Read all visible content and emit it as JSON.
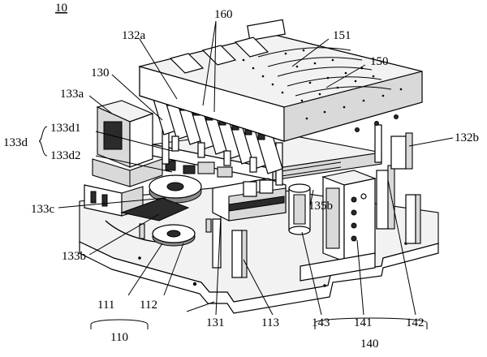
{
  "figure_number": "10",
  "labels": {
    "l160": "160",
    "l132a": "132a",
    "l151": "151",
    "l130": "130",
    "l150": "150",
    "l133a": "133a",
    "l133d": "133d",
    "l133d1": "133d1",
    "l133d2": "133d2",
    "l132b": "132b",
    "l133c": "133c",
    "l135b": "135b",
    "l133b": "133b",
    "l111": "111",
    "l112": "112",
    "l110": "110",
    "l131": "131",
    "l113": "113",
    "l143": "143",
    "l141": "141",
    "l142": "142",
    "l140": "140"
  }
}
